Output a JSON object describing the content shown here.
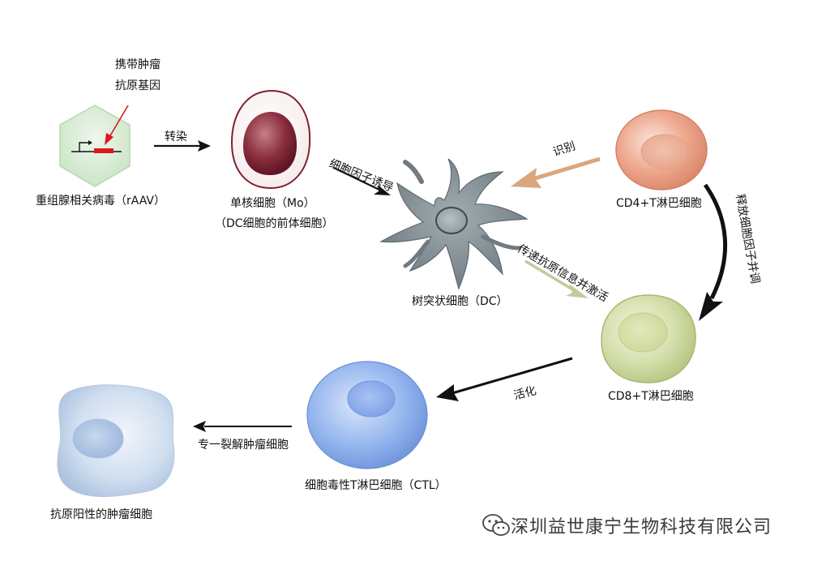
{
  "labels": {
    "tumor_gene_line1": "携带肿瘤",
    "tumor_gene_line2": "抗原基因",
    "raav": "重组腺相关病毒（rAAV）",
    "transfect": "转染",
    "monocyte": "单核细胞（Mo）",
    "monocyte_note": "（DC细胞的前体细胞）",
    "cytokine_induce": "细胞因子诱导",
    "dc": "树突状细胞（DC）",
    "recognize": "识别",
    "cd4": "CD4+T淋巴细胞",
    "release_cytokine": "释放细胞因子并调",
    "transmit_activate": "传递抗原信息并激活",
    "cd8": "CD8+T淋巴细胞",
    "activate": "活化",
    "ctl": "细胞毒性T淋巴细胞（CTL）",
    "lyse": "专一裂解肿瘤细胞",
    "tumor_cell": "抗原阳性的肿瘤细胞"
  },
  "watermark": {
    "text": "深圳益世康宁生物科技有限公司",
    "icon": "wechat-icon"
  },
  "colors": {
    "virus_fill": "#dcefd8",
    "gene_red": "#e0161c",
    "monocyte": "#8a2d3c",
    "dc_gray": "#7d8a90",
    "cd4_peach": "#e9a185",
    "cd8_green": "#cad79a",
    "ctl_blue": "#7ea4e6",
    "tumor_blue": "#c4d6ec",
    "arrow_tan": "#d9a67e",
    "arrow_khaki": "#c6c99a"
  }
}
